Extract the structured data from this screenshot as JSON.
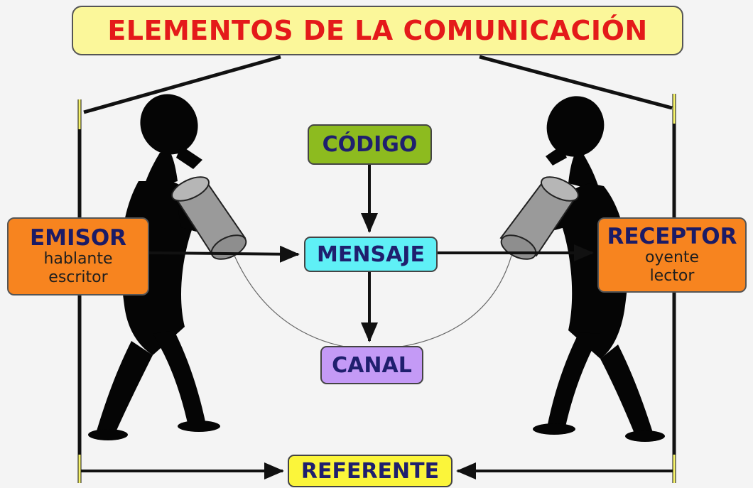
{
  "title": "ELEMENTOS DE LA COMUNICACIÓN",
  "nodes": {
    "codigo": "CÓDIGO",
    "mensaje": "MENSAJE",
    "canal": "CANAL",
    "referente": "REFERENTE",
    "emisor": {
      "label": "EMISOR",
      "line1": "hablante",
      "line2": "escritor"
    },
    "receptor": {
      "label": "RECEPTOR",
      "line1": "oyente",
      "line2": "lector"
    }
  },
  "colors": {
    "title_bg": "#fbf79a",
    "title_text": "#e41a1a",
    "codigo": "#8dbb1f",
    "mensaje": "#5ff0f6",
    "canal": "#c49af6",
    "referente": "#fbf53a",
    "emisor_receptor": "#f7841f",
    "label_text": "#1f1f6e"
  },
  "icons": [
    "speaker-silhouette-icon",
    "listener-silhouette-icon",
    "tin-can-phone-icon"
  ]
}
